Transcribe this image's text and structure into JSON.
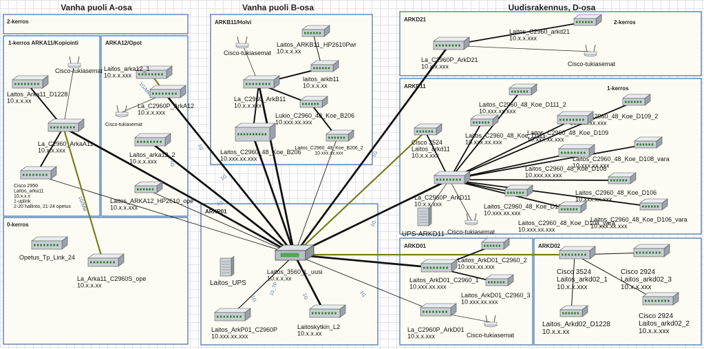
{
  "headers": {
    "a": "Vanha puoli A-osa",
    "b": "Vanha puoli B-osa",
    "d": "Uudisrakennus, D-osa"
  },
  "boxes": {
    "a2": "2-kerros",
    "a1": "1-kerros   ARKA11/Kopiointi",
    "arka12": "ARKA12/Opot",
    "a0": "0-kerros",
    "arkb11": "ARKB11/Holvi",
    "arkd21": "ARKD21",
    "d2": "2-kerros",
    "arkd11": "ARKD11",
    "d1": "1-kerros",
    "arkp01": "ARKP01",
    "arkd01": "ARKD01",
    "arkd02": "ARKD02"
  },
  "devices": {
    "laitos_arka11_d1228": [
      "Laitos_Arka11_D1228",
      "10.x.x.xx"
    ],
    "cisco_tuki_a11": [
      "Cisco-tukiasemat"
    ],
    "la_c2960_arka11": [
      "La_C2960_ArkaA11",
      "10.x.x.xxx"
    ],
    "cisco2950": [
      "Cisco 2950",
      "Laitos_arka11",
      "10.x.x.x",
      "1-uplink",
      "2-20 hallinto, 21-24 opetus"
    ],
    "laitos_arka12_1": [
      "Laitos_arka12_1",
      "10.x.x.xxx"
    ],
    "la_c2960p_arka12": [
      "La_C2960P_ArkA12",
      "10.x.x.xxx"
    ],
    "cisco_tuki_a12": [
      "Cisco-tukiasemat"
    ],
    "laitos_arka12_2": [
      "Laitos_arka12_2",
      "10.x.x.xxx"
    ],
    "laitos_arka12_hp": [
      "Laitos_ARKA12_HP2610_ope",
      "10.x.x.xxx"
    ],
    "opetus_tplink": [
      "Opetus_Tp_Link_24"
    ],
    "la_arka11_c2960s": [
      "La_Arka11_C2960S_ope",
      "10.x.x.xx"
    ],
    "cisco_tuki_b11": [
      "Cisco-tukiasemat"
    ],
    "laitos_arkb11_hp": [
      "Laitos_ARKB11_HP2610Pwr",
      "10.x.x.xx"
    ],
    "laitos_arkb11": [
      "laitos_arkb11",
      "10.x.x.xx"
    ],
    "la_c2960_arkb11": [
      "La_C2960_ArkB11",
      "10.x.x.xxx"
    ],
    "lukio_b206": [
      "Lukio_C2960_48_Koe_B206",
      "10.xxx.xx.xxx"
    ],
    "laitos_b206": [
      "Laitos_C2960_48_Koe_B206",
      "10.xxx.xx.xxx"
    ],
    "laitos_b206_2": [
      "Laitos_C2960_48_Koe_B206_2",
      "10.xxx.xx.xxx"
    ],
    "laitos_c2960_arkd21": [
      "Laitos_C2960_arkd21",
      "10.x.x.xxx"
    ],
    "la_c2960p_arkd21": [
      "La_C2960P_ArkD21",
      "10.x.x.xxx"
    ],
    "cisco_tuki_d21": [
      "Cisco-tukiasemat"
    ],
    "d111_2": [
      "Laitos_C2960_48_Koe_D111_2",
      "10.xxx.xx.xxx"
    ],
    "d109_2": [
      "Laitos_C2960_48_Koe_D109_2",
      "10.xxx.xx.xxx"
    ],
    "cisco3524_d11": [
      "Cisco 3524",
      "Laitos_arkd11",
      "10.x.x.xxx"
    ],
    "d111": [
      "Laitos_C2960_48_Koe_D111",
      "10.xxx.xx.xxx"
    ],
    "d109": [
      "Laitos_C2960_48_Koe_D109",
      "10.xxx.xx.xxx"
    ],
    "d108_vara": [
      "Laitos_C2960_48_Koe_D108_vara",
      "10.xxx.xx.xxx"
    ],
    "d108": [
      "Laitos_C2960_48_Koe_D108",
      "10.xxx.xx.xxx"
    ],
    "la_c2960p_arkd11": [
      "La_C2960P_ArkD11",
      "10.x.x.xxx"
    ],
    "d106": [
      "Laitos_C2960_48_Koe_D106",
      "10.xxx.xx.xxx"
    ],
    "d104": [
      "Laitos_C2960_48_Koe_D104",
      "10.xxx.xx.xxx"
    ],
    "d106_vara": [
      "Laitos_C2960_48_Koe_D106_vara",
      "10.xxx.xx.xxx"
    ],
    "d104_vara": [
      "Laitos_C2960_48_Koe_D104_vara",
      "10.xxx.xx.xxx"
    ],
    "ups_arkd11": [
      "UPS-ARKD11"
    ],
    "cisco_tuki_d11": [
      "Cisco-tukiasemat"
    ],
    "laitos_3560": [
      "Laitos_3560_L_uusi",
      "10.x.x.xx"
    ],
    "laitos_ups": [
      "Laitos_UPS"
    ],
    "laitos_arkp01": [
      "Laitos_ArkP01_C2960P",
      "10.xxx.xx.xxx"
    ],
    "laitoskytkin_l2": [
      "Laitoskytkin_L2",
      "10.x.x.xx"
    ],
    "arkd01_2": [
      "Laitos_ArkD01_C2960_2",
      "10.xxx.xx.xxx"
    ],
    "arkd01_1": [
      "Laitos_ArkD01_C2960_1",
      "10.xxx.xx.xxx"
    ],
    "arkd01_3": [
      "Laitos_ArkD01_C2960_3",
      "10.xxx.xx.xxx"
    ],
    "la_c2960p_arkd01": [
      "La_C2960P_ArkD01",
      "10.x.x.xxx"
    ],
    "cisco_tuki_d01": [
      "Cisco-tukiasemat"
    ],
    "cisco3524_d02": [
      "Cisco 3524",
      "Laitos_arkd02_1",
      "10.x.x.xxx"
    ],
    "cisco2924_3": [
      "Cisco 2924",
      "Laitos_arkd02_3",
      "10.x.x.xxx"
    ],
    "laitos_arkd02_d1228": [
      "Laitos_Arkd02_D1228",
      "10.x.x.xx"
    ],
    "cisco2924_2": [
      "Cisco 2924",
      "Laitos_arkd02_2",
      "10.x.x.xxx"
    ]
  },
  "link_labels": {
    "l1": "1G",
    "l2": "1G",
    "l3": "1G",
    "l4": "1G",
    "l5": "1G",
    "l6": "1G",
    "l7": "1G",
    "l8": "1G",
    "l9": "10_TP",
    "l10": "1G",
    "mm1": "1G/MM",
    "mm2": "1G/MM"
  }
}
